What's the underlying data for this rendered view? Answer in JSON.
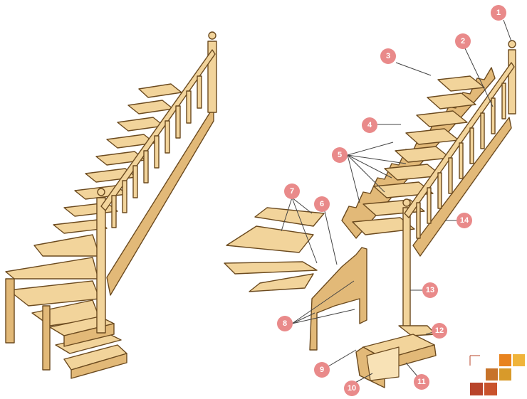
{
  "callouts": [
    "1",
    "2",
    "3",
    "4",
    "5",
    "6",
    "7",
    "8",
    "9",
    "10",
    "11",
    "12",
    "13",
    "14"
  ],
  "logo": {
    "colors": [
      "#e8831e",
      "#f0b43a",
      "#c7732a",
      "#d89a2a",
      "#b8442a",
      "#c9532c"
    ]
  }
}
